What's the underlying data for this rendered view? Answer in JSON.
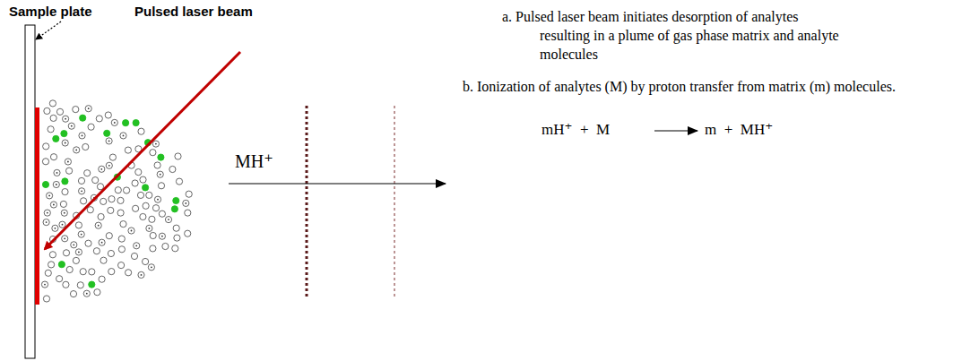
{
  "diagram": {
    "labels": [
      "Sample plate",
      "Pulsed laser beam",
      "MH⁺",
      "a. Pulsed laser beam initiates desorption of analytes resulting in a plume of gas phase matrix and analyte molecules",
      "b. Ionization of analytes (M) by proton transfer from matrix (m) molecules.",
      "mH⁺  +  M",
      "m  +  MH⁺"
    ]
  }
}
